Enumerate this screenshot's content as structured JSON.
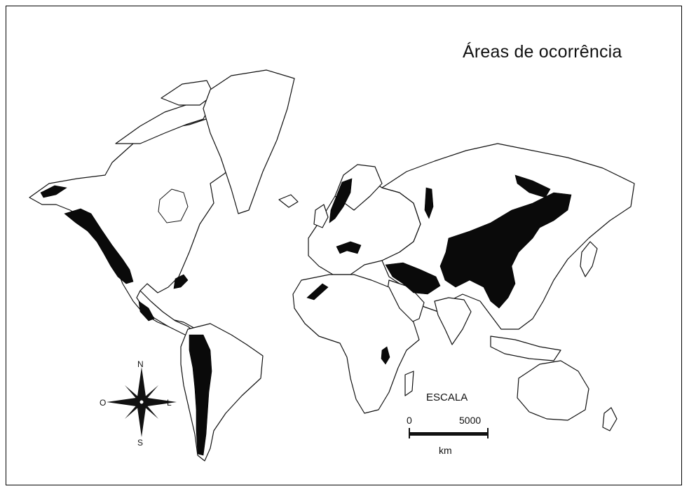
{
  "map": {
    "title": "Áreas de ocorrência",
    "compass": {
      "north": "N",
      "south": "S",
      "east": "L",
      "west": "O"
    },
    "scale": {
      "label": "ESCALA",
      "min": "0",
      "max": "5000",
      "unit": "km"
    },
    "colors": {
      "land": "#ffffff",
      "outline": "#111111",
      "occurrence": "#0a0a0a"
    }
  }
}
